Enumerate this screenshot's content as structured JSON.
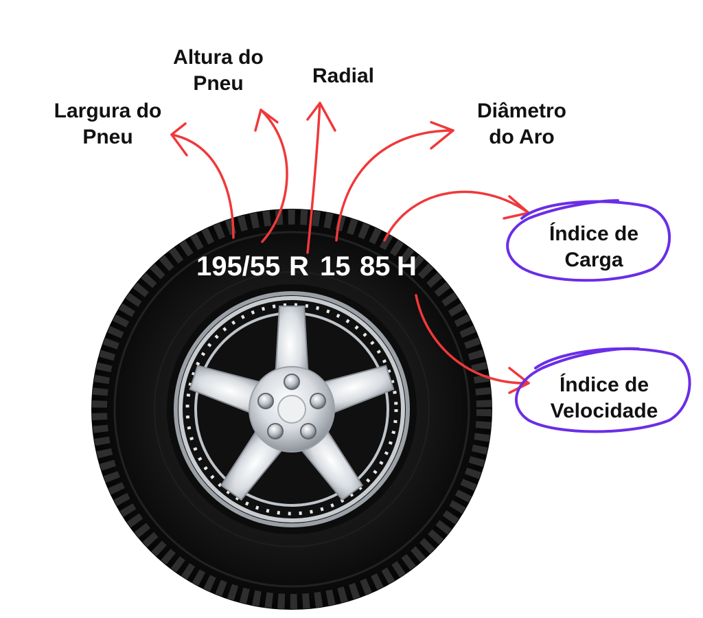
{
  "tire_code": {
    "width": "195/55",
    "construction": "R",
    "rim": "15",
    "load": "85",
    "speed": "H"
  },
  "labels": {
    "largura": [
      "Largura do",
      "Pneu"
    ],
    "altura": [
      "Altura do",
      "Pneu"
    ],
    "radial": [
      "Radial"
    ],
    "diametro": [
      "Diâmetro",
      "do Aro"
    ],
    "carga": [
      "Índice de",
      "Carga"
    ],
    "velocidade": [
      "Índice de",
      "Velocidade"
    ]
  },
  "colors": {
    "arrow": "#f0383a",
    "highlight": "#6a2ee6",
    "tire": "#141414",
    "rim": "#d7dbe0"
  },
  "icons": {
    "tire": "tire-icon",
    "wheel": "wheel-rim-icon"
  }
}
